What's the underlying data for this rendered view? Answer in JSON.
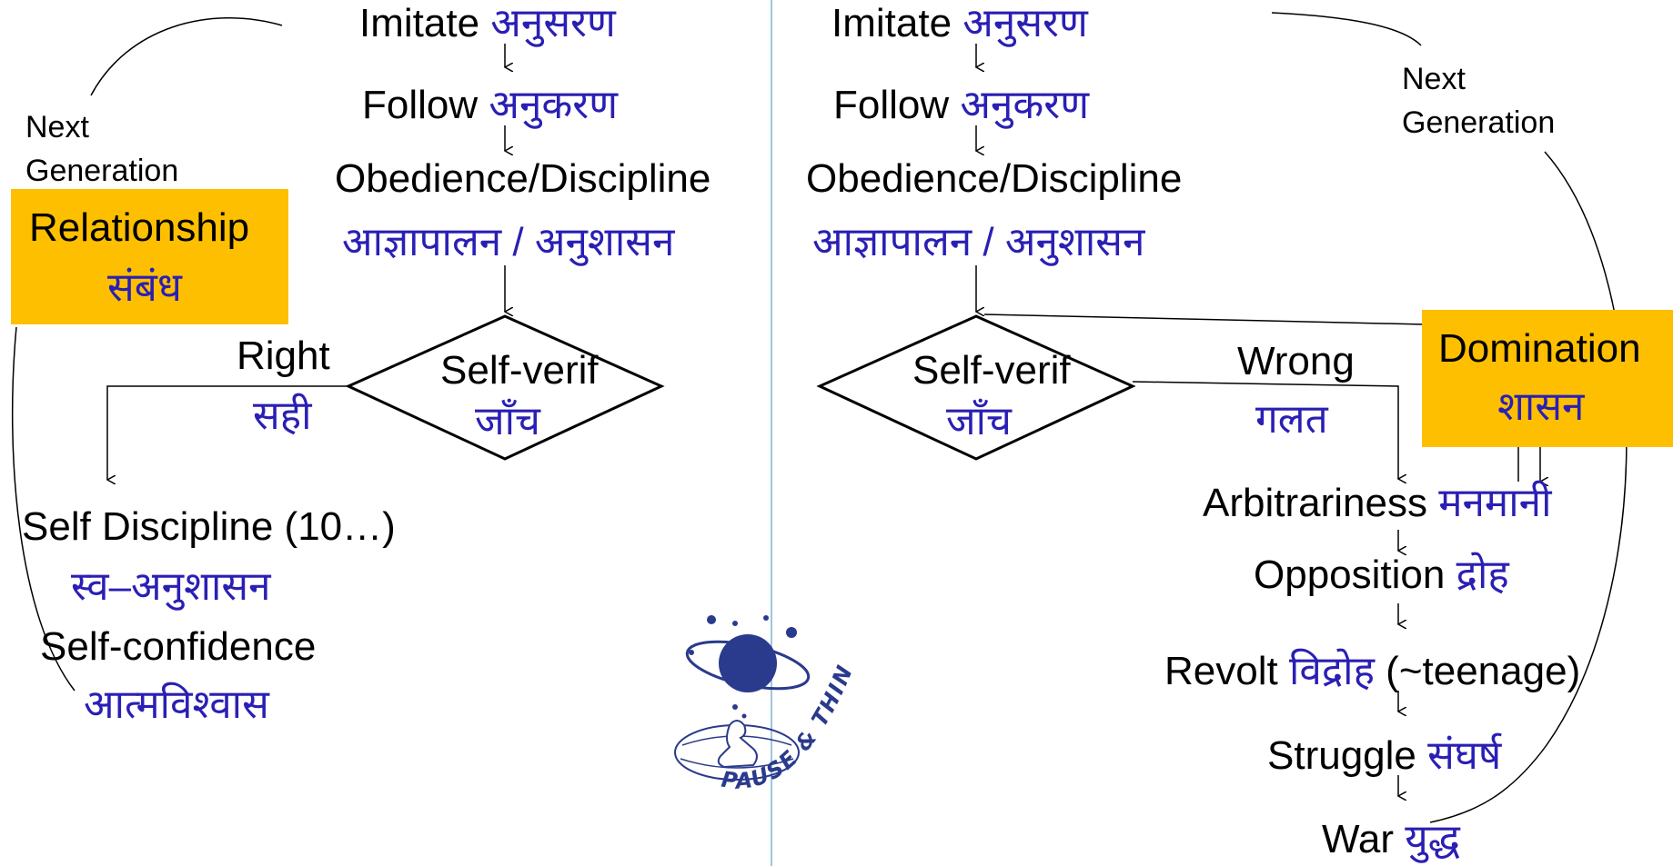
{
  "left": {
    "imitate_en": "Imitate",
    "imitate_hi": "अनुसरण",
    "follow_en": "Follow",
    "follow_hi": "अनुकरण",
    "obedience_en": "Obedience/Discipline",
    "obedience_hi": "आज्ञापालन / अनुशासन",
    "verify_en": "Self-verif",
    "verify_hi": "जाँच",
    "right_en": "Right",
    "right_hi": "सही",
    "self_discipline_en": "Self Discipline (10…)",
    "self_discipline_hi": "स्व–अनुशासन",
    "self_confidence_en": "Self-confidence",
    "self_confidence_hi": "आत्मविश्वास",
    "next_gen_line1": "Next",
    "next_gen_line2": "Generation",
    "relationship_en": "Relationship",
    "relationship_hi": "संबंध"
  },
  "right": {
    "imitate_en": "Imitate",
    "imitate_hi": "अनुसरण",
    "follow_en": "Follow",
    "follow_hi": "अनुकरण",
    "obedience_en": "Obedience/Discipline",
    "obedience_hi": "आज्ञापालन / अनुशासन",
    "verify_en": "Self-verif",
    "verify_hi": "जाँच",
    "wrong_en": "Wrong",
    "wrong_hi": "गलत",
    "domination_en": "Domination",
    "domination_hi": "शासन",
    "next_gen_line1": "Next",
    "next_gen_line2": "Generation",
    "arbitrariness_en": "Arbitrariness",
    "arbitrariness_hi": "मनमानी",
    "opposition_en": "Opposition",
    "opposition_hi": "द्रोह",
    "revolt_en": "Revolt",
    "revolt_hi": "विद्रोह",
    "revolt_note": "(~teenage)",
    "struggle_en": "Struggle",
    "struggle_hi": "संघर्ष",
    "war_en": "War",
    "war_hi": "युद्ध"
  },
  "logo": {
    "text": "PAUSE & THINK"
  },
  "colors": {
    "box": "#fdbf00",
    "hindi": "#2a1fb4",
    "divider": "#7fb3d9"
  }
}
